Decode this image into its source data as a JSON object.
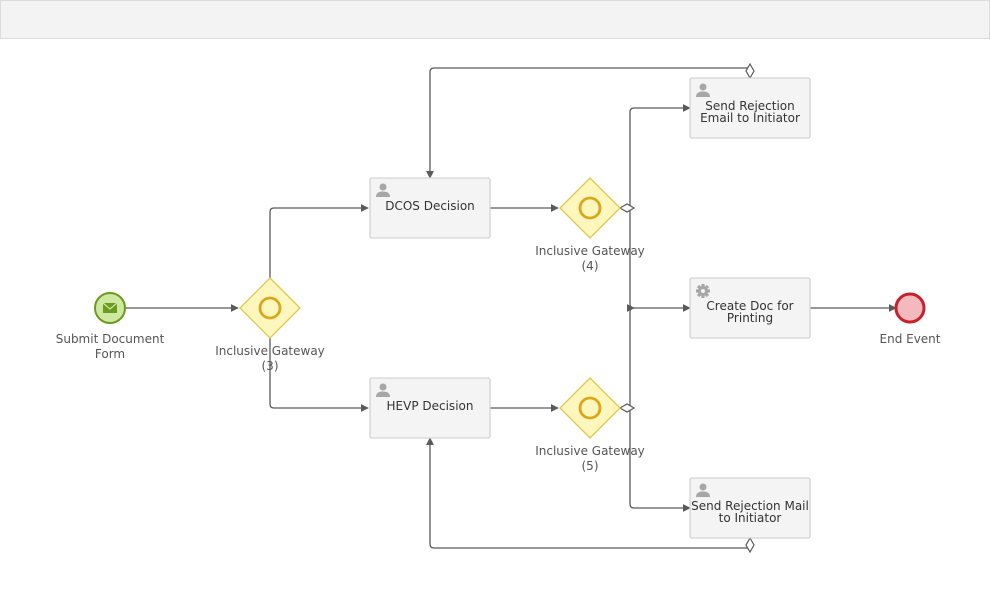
{
  "events": {
    "start": {
      "label_line1": "Submit Document",
      "label_line2": "Form"
    },
    "end": {
      "label": "End Event"
    }
  },
  "gateways": {
    "g3": {
      "label_line1": "Inclusive Gateway",
      "label_line2": "(3)"
    },
    "g4": {
      "label_line1": "Inclusive Gateway",
      "label_line2": "(4)"
    },
    "g5": {
      "label_line1": "Inclusive Gateway",
      "label_line2": "(5)"
    }
  },
  "tasks": {
    "dcos": {
      "label": "DCOS Decision"
    },
    "hevp": {
      "label": "HEVP Decision"
    },
    "rejection_email": {
      "label_line1": "Send Rejection",
      "label_line2": "Email to Initiator"
    },
    "create_doc": {
      "label_line1": "Create Doc for",
      "label_line2": "Printing"
    },
    "rejection_mail": {
      "label_line1": "Send Rejection Mail",
      "label_line2": "to Initiator"
    }
  },
  "colors": {
    "start_fill": "#cfe8a0",
    "start_stroke": "#6a9a1f",
    "end_fill": "#f4b9bd",
    "end_stroke": "#c8202c",
    "gateway_fill": "#fdf7bd",
    "gateway_stroke": "#e0c84a",
    "gateway_marker": "#d9a71a",
    "task_fill": "#f4f4f4",
    "task_stroke": "#d3d3d3",
    "flow": "#5a5a5a"
  },
  "icons": {
    "start": "envelope-icon",
    "user_task": "user-icon",
    "service_task": "gear-icon"
  }
}
